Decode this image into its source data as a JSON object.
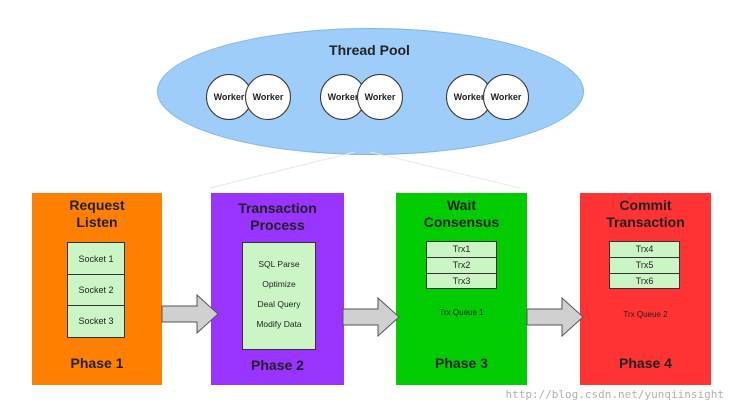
{
  "thread_pool": {
    "title": "Thread Pool",
    "workers": [
      "Worker",
      "Worker",
      "Worker",
      "Worker",
      "Worker",
      "Worker"
    ]
  },
  "phases": [
    {
      "title_line1": "Request",
      "title_line2": "Listen",
      "items": [
        "Socket 1",
        "Socket 2",
        "Socket 3"
      ],
      "label": "Phase 1",
      "color": "#ff8000"
    },
    {
      "title_line1": "Transaction",
      "title_line2": "Process",
      "items": [
        "SQL Parse",
        "Optimize",
        "Deal Query",
        "Modify Data"
      ],
      "label": "Phase 2",
      "color": "#9933ff"
    },
    {
      "title_line1": "Wait",
      "title_line2": "Consensus",
      "items": [
        "Trx1",
        "Trx2",
        "Trx3"
      ],
      "queue_label": "Trx Queue 1",
      "label": "Phase 3",
      "color": "#00cc00"
    },
    {
      "title_line1": "Commit",
      "title_line2": "Transaction",
      "items": [
        "Trx4",
        "Trx5",
        "Trx6"
      ],
      "queue_label": "Trx Queue 2",
      "label": "Phase 4",
      "color": "#ff3333"
    }
  ],
  "box_fill": "#ccf5c6",
  "pool_fill": "#9ecdf9",
  "arrow_fill": "#d0d0d0",
  "watermark": "http://blog.csdn.net/yunqiinsight"
}
